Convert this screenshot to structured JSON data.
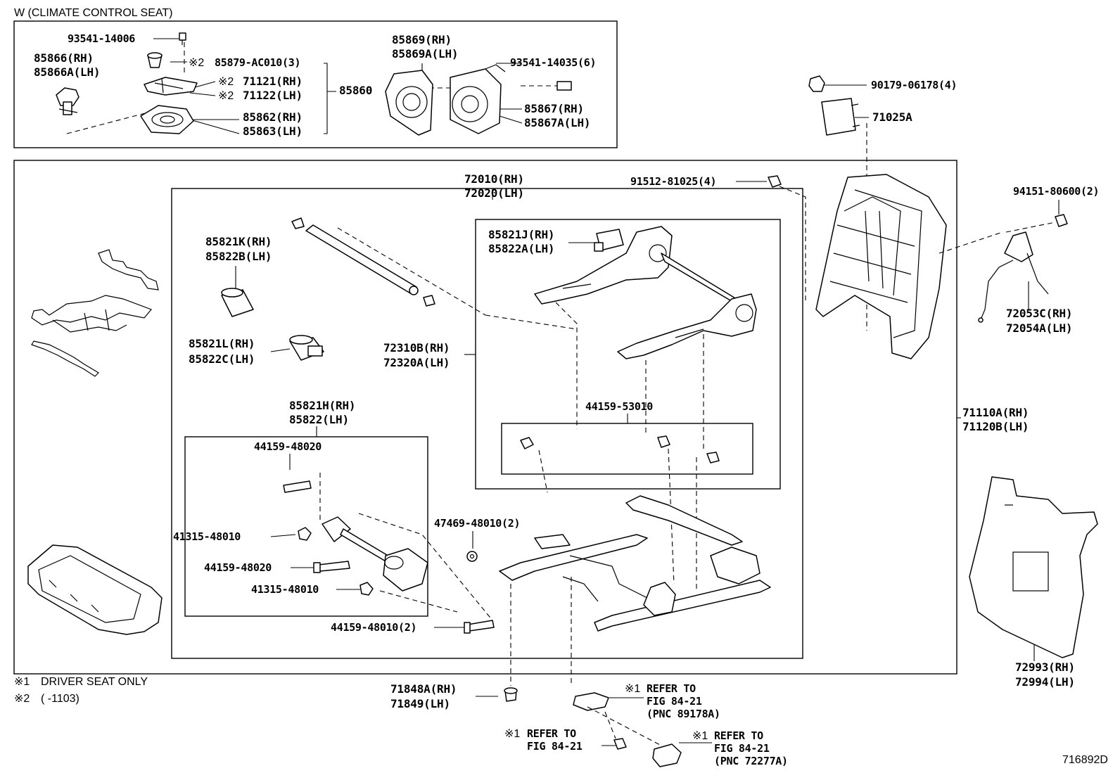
{
  "inset_title": "W (CLIMATE CONTROL SEAT)",
  "figure_code": "716892D",
  "footnotes": [
    {
      "mark": "※1",
      "text": "DRIVER SEAT ONLY"
    },
    {
      "mark": "※2",
      "text": "(      -1103)"
    }
  ],
  "inset_parts": {
    "p93541_14006": "93541-14006",
    "p85866_rh": "85866(RH)",
    "p85866_lh": "85866A(LH)",
    "p85879": "85879-AC010(3)",
    "p71121": "71121(RH)",
    "p71122": "71122(LH)",
    "p85860": "85860",
    "p85862": "85862(RH)",
    "p85863": "85863(LH)",
    "p85869_rh": "85869(RH)",
    "p85869_lh": "85869A(LH)",
    "p93541_14035": "93541-14035(6)",
    "p85867_rh": "85867(RH)",
    "p85867_lh": "85867A(LH)",
    "mark2a": "※2",
    "mark2b": "※2",
    "mark2c": "※2"
  },
  "main_parts": {
    "p90179": "90179-06178(4)",
    "p71025a": "71025A",
    "p72010": "72010(RH)",
    "p72020": "72020(LH)",
    "p91512": "91512-81025(4)",
    "p94151": "94151-80600(2)",
    "p85821k": "85821K(RH)",
    "p85822b": "85822B(LH)",
    "p85821j": "85821J(RH)",
    "p85822a": "85822A(LH)",
    "p85821l": "85821L(RH)",
    "p85822c": "85822C(LH)",
    "p72310b": "72310B(RH)",
    "p72320a": "72320A(LH)",
    "p72053c": "72053C(RH)",
    "p72054a": "72054A(LH)",
    "p85821h": "85821H(RH)",
    "p85822": "85822(LH)",
    "p44159_53010": "44159-53010",
    "p71110a": "71110A(RH)",
    "p71120b": "71120B(LH)",
    "p44159_48020a": "44159-48020",
    "p41315_48010a": "41315-48010",
    "p47469": "47469-48010(2)",
    "p44159_48020b": "44159-48020",
    "p41315_48010b": "41315-48010",
    "p44159_48010": "44159-48010(2)",
    "p72993": "72993(RH)",
    "p72994": "72994(LH)",
    "p71848a": "71848A(RH)",
    "p71849": "71849(LH)"
  },
  "refs": {
    "r1_mark": "※1",
    "r1_line1": "REFER TO",
    "r1_line2": "FIG 84-21",
    "r1_line3": "(PNC 89178A)",
    "r2_mark": "※1",
    "r2_line1": "REFER TO",
    "r2_line2": "FIG 84-21",
    "r3_mark": "※1",
    "r3_line1": "REFER TO",
    "r3_line2": "FIG 84-21",
    "r3_line3": "(PNC 72277A)"
  }
}
